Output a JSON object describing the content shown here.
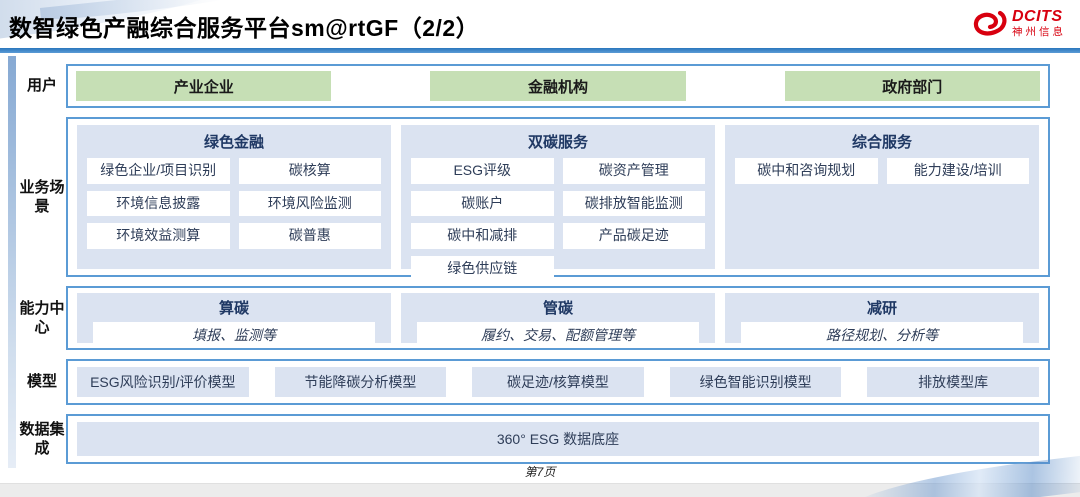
{
  "page": {
    "title": "数智绿色产融综合服务平台sm@rtGF（2/2）",
    "page_number": "第7页"
  },
  "logo": {
    "brand": "DCITS",
    "company": "神州信息"
  },
  "colors": {
    "accent_border_blue": "#5b9bd5",
    "divider_blue": "#2a76bc",
    "panel_blue": "#dbe3f1",
    "user_green": "#c6dfb5",
    "heading_navy": "#1f3864",
    "logo_red": "#d8000f"
  },
  "rows": {
    "users": {
      "label": "用户",
      "items": [
        "产业企业",
        "金融机构",
        "政府部门"
      ]
    },
    "scenarios": {
      "label": "业务场景",
      "groups": [
        {
          "title": "绿色金融",
          "items": [
            "绿色企业/项目识别",
            "碳核算",
            "环境信息披露",
            "环境风险监测",
            "环境效益测算",
            "碳普惠"
          ]
        },
        {
          "title": "双碳服务",
          "items": [
            "ESG评级",
            "碳资产管理",
            "碳账户",
            "碳排放智能监测",
            "碳中和减排",
            "产品碳足迹",
            "绿色供应链"
          ]
        },
        {
          "title": "综合服务",
          "items": [
            "碳中和咨询规划",
            "能力建设/培训"
          ]
        }
      ]
    },
    "capabilities": {
      "label": "能力中心",
      "groups": [
        {
          "title": "算碳",
          "desc": "填报、监测等"
        },
        {
          "title": "管碳",
          "desc": "履约、交易、配额管理等"
        },
        {
          "title": "减研",
          "desc": "路径规划、分析等"
        }
      ]
    },
    "models": {
      "label": "模型",
      "items": [
        "ESG风险识别/评价模型",
        "节能降碳分析模型",
        "碳足迹/核算模型",
        "绿色智能识别模型",
        "排放模型库"
      ]
    },
    "data_integration": {
      "label": "数据集成",
      "items": [
        "360° ESG 数据底座"
      ]
    }
  }
}
